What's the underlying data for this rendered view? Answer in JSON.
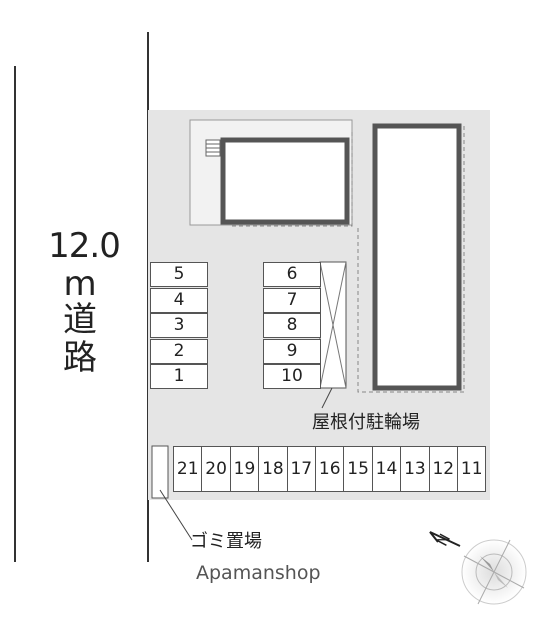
{
  "road": {
    "width": "12.0",
    "unit": "m",
    "name_line1": "道",
    "name_line2": "路"
  },
  "parking_left": [
    "5",
    "4",
    "3",
    "2",
    "1"
  ],
  "parking_middle": [
    "6",
    "7",
    "8",
    "9",
    "10"
  ],
  "parking_bottom": [
    "21",
    "20",
    "19",
    "18",
    "17",
    "16",
    "15",
    "14",
    "13",
    "12",
    "11"
  ],
  "labels": {
    "bike_shelter": "屋根付駐輪場",
    "garbage": "ゴミ置場",
    "logo": "Apamanshop",
    "north": "N"
  },
  "colors": {
    "lot": "#e5e5e5",
    "building_outline": "#555555"
  }
}
